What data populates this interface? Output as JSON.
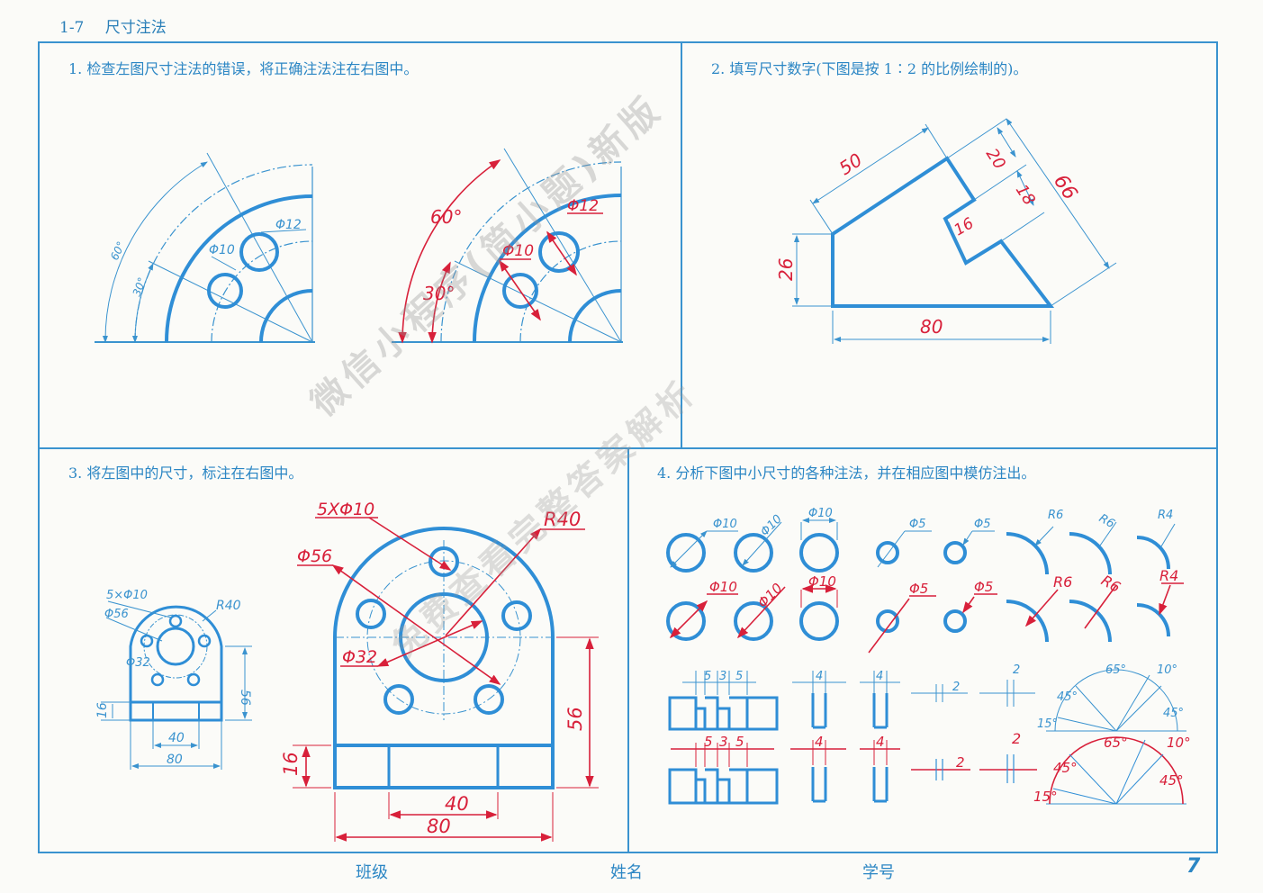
{
  "header": {
    "section": "1-7",
    "title": "尺寸注法"
  },
  "questions": {
    "q1": "1. 检查左图尺寸注法的错误，将正确注法注在右图中。",
    "q2": "2. 填写尺寸数字(下图是按 1∶2 的比例绘制的)。",
    "q3": "3. 将左图中的尺寸，标注在右图中。",
    "q4": "4. 分析下图中小尺寸的各种注法，并在相应图中模仿注出。"
  },
  "dims": {
    "q1_left": {
      "angle1": "60°",
      "angle2": "30°",
      "dia1": "Φ10",
      "dia2": "Φ12"
    },
    "q1_right": {
      "angle1": "60°",
      "angle2": "30°",
      "dia1": "Φ10",
      "dia2": "Φ12"
    },
    "q2": {
      "d50": "50",
      "d20": "20",
      "d18": "18",
      "d66": "66",
      "d16": "16",
      "d26": "26",
      "d80": "80"
    },
    "q3_left": {
      "holes": "5×Φ10",
      "r": "R40",
      "d56": "Φ56",
      "d32": "Φ32",
      "v56": "56",
      "v16": "16",
      "h40": "40",
      "h80": "80"
    },
    "q3_right": {
      "holes": "5XΦ10",
      "r": "R40",
      "d56": "Φ56",
      "d32": "Φ32",
      "v56": "56",
      "v16": "16",
      "h40": "40",
      "h80": "80"
    },
    "q4_top": {
      "a": "Φ10",
      "b": "Φ10",
      "c": "Φ10",
      "d": "Φ5",
      "e": "Φ5",
      "f": "R6",
      "g": "R6",
      "h": "R4",
      "l1": "5",
      "l2": "3",
      "l3": "5",
      "w1": "4",
      "w2": "4",
      "s1": "2",
      "s2": "2",
      "ang1": "65°",
      "ang2": "10°",
      "ang3": "45°",
      "ang4": "45°",
      "ang5": "15°"
    },
    "q4_bot": {
      "a": "Φ10",
      "b": "Φ10",
      "c": "Φ10",
      "d": "Φ5",
      "e": "Φ5",
      "f": "R6",
      "g": "R6",
      "h": "R4",
      "l1": "5",
      "l2": "3",
      "l3": "5",
      "w1": "4",
      "w2": "4",
      "s1": "2",
      "s2": "2",
      "ang1": "65°",
      "ang2": "10°",
      "ang3": "45°",
      "ang4": "45°",
      "ang5": "15°"
    }
  },
  "footer": {
    "class": "班级",
    "name": "姓名",
    "id": "学号",
    "page": "7"
  },
  "watermark": {
    "line1": "微信小程序(简小题)新版",
    "line2": "免费查看完整答案解析"
  },
  "colors": {
    "blue": "#2f8ed6",
    "red": "#d8203a",
    "thin": "#3a93cf"
  }
}
